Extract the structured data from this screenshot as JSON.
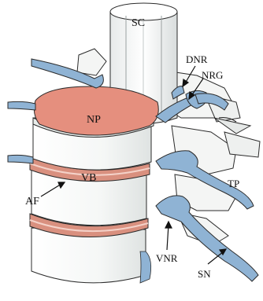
{
  "diagram": {
    "labels": {
      "spinal_cord": "SC",
      "dorsal_nerve_root": "DNR",
      "nerve_root_ganglion": "NRG",
      "nucleus_pulposus": "NP",
      "vertebral_body": "VB",
      "transverse_process": "TP",
      "annulus_fibrosus": "AF",
      "ventral_nerve_root": "VNR",
      "spinal_nerve": "SN"
    },
    "colors": {
      "nucleus": "#e58f7e",
      "disc_ring": "#d9907f",
      "nerve": "#8fb3d4",
      "bone": "#f3f5f4",
      "outline": "#2b2b2b"
    }
  }
}
